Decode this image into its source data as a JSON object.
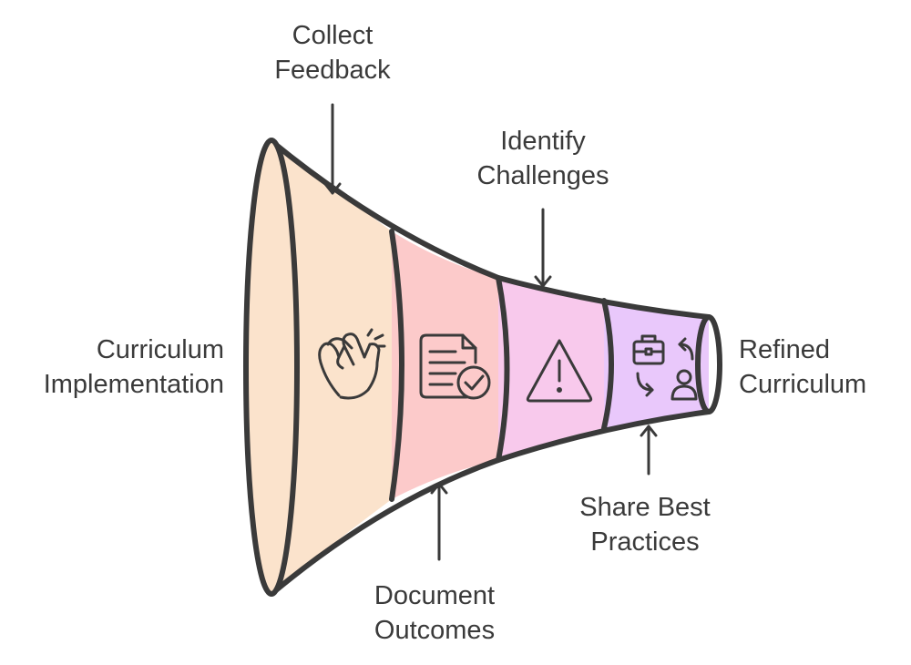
{
  "labels": {
    "curriculum_implementation": [
      "Curriculum",
      "Implementation"
    ],
    "collect_feedback": [
      "Collect",
      "Feedback"
    ],
    "identify_challenges": [
      "Identify",
      "Challenges"
    ],
    "document_outcomes": [
      "Document",
      "Outcomes"
    ],
    "share_best_practices": [
      "Share Best",
      "Practices"
    ],
    "refined_curriculum": [
      "Refined",
      "Curriculum"
    ]
  },
  "stages": [
    {
      "icon": "clapping-hands-icon",
      "color": "#fbe3cc"
    },
    {
      "icon": "document-check-icon",
      "color": "#fccaca"
    },
    {
      "icon": "warning-triangle-icon",
      "color": "#f8c9ec"
    },
    {
      "icon": "briefcase-exchange-icon",
      "color": "#e9c8fb"
    }
  ],
  "outline_color": "#3a3a3a"
}
